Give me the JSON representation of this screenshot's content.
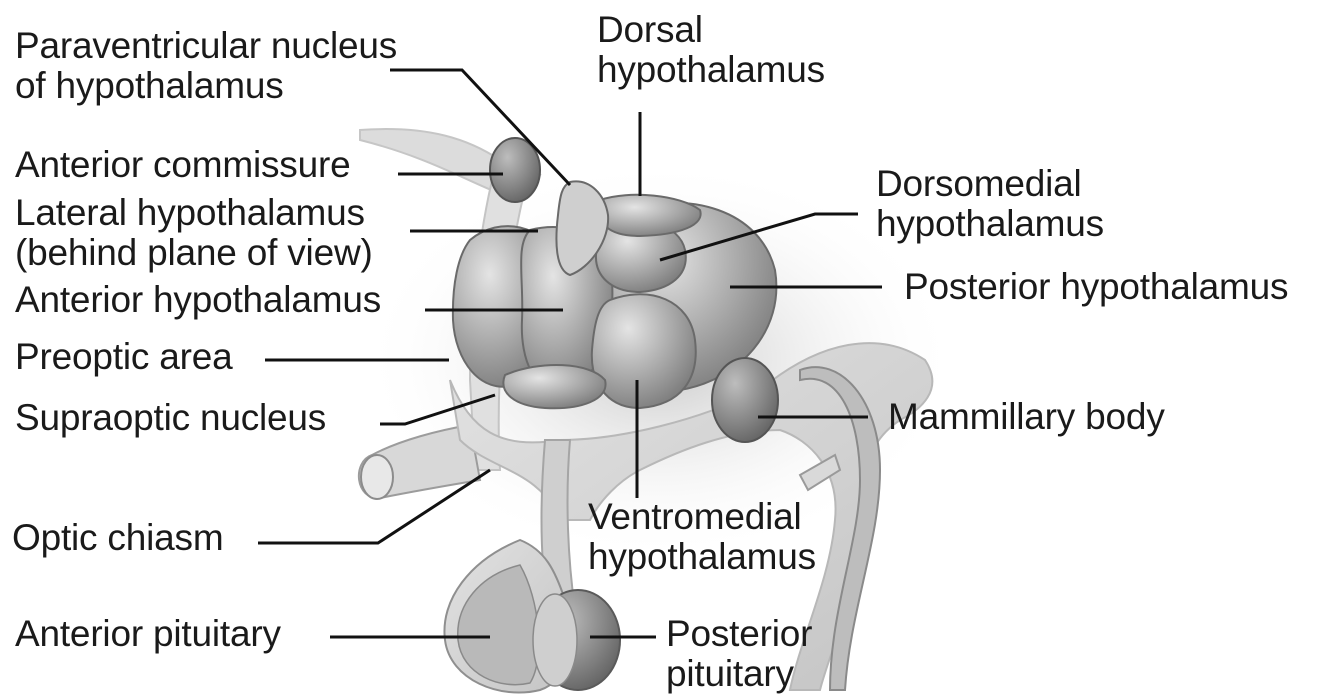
{
  "labels": {
    "paraventricular": [
      "Paraventricular nucleus",
      "of hypothalamus"
    ],
    "dorsal": [
      "Dorsal",
      "hypothalamus"
    ],
    "anterior_commissure": "Anterior commissure",
    "lateral": [
      "Lateral hypothalamus",
      "(behind plane of view)"
    ],
    "dorsomedial": [
      "Dorsomedial",
      "hypothalamus"
    ],
    "posterior_hypothalamus": "Posterior hypothalamus",
    "anterior_hypothalamus": "Anterior hypothalamus",
    "preoptic": "Preoptic area",
    "supraoptic": "Supraoptic nucleus",
    "mammillary": "Mammillary body",
    "optic_chiasm": "Optic chiasm",
    "ventromedial": [
      "Ventromedial",
      "hypothalamus"
    ],
    "anterior_pituitary": "Anterior pituitary",
    "posterior_pituitary": [
      "Posterior",
      "pituitary"
    ]
  },
  "colors": {
    "line": "#111111",
    "tissue_light": "#d6d6d6",
    "tissue_mid": "#a9a9a9",
    "tissue_dark": "#7c7c7c"
  }
}
